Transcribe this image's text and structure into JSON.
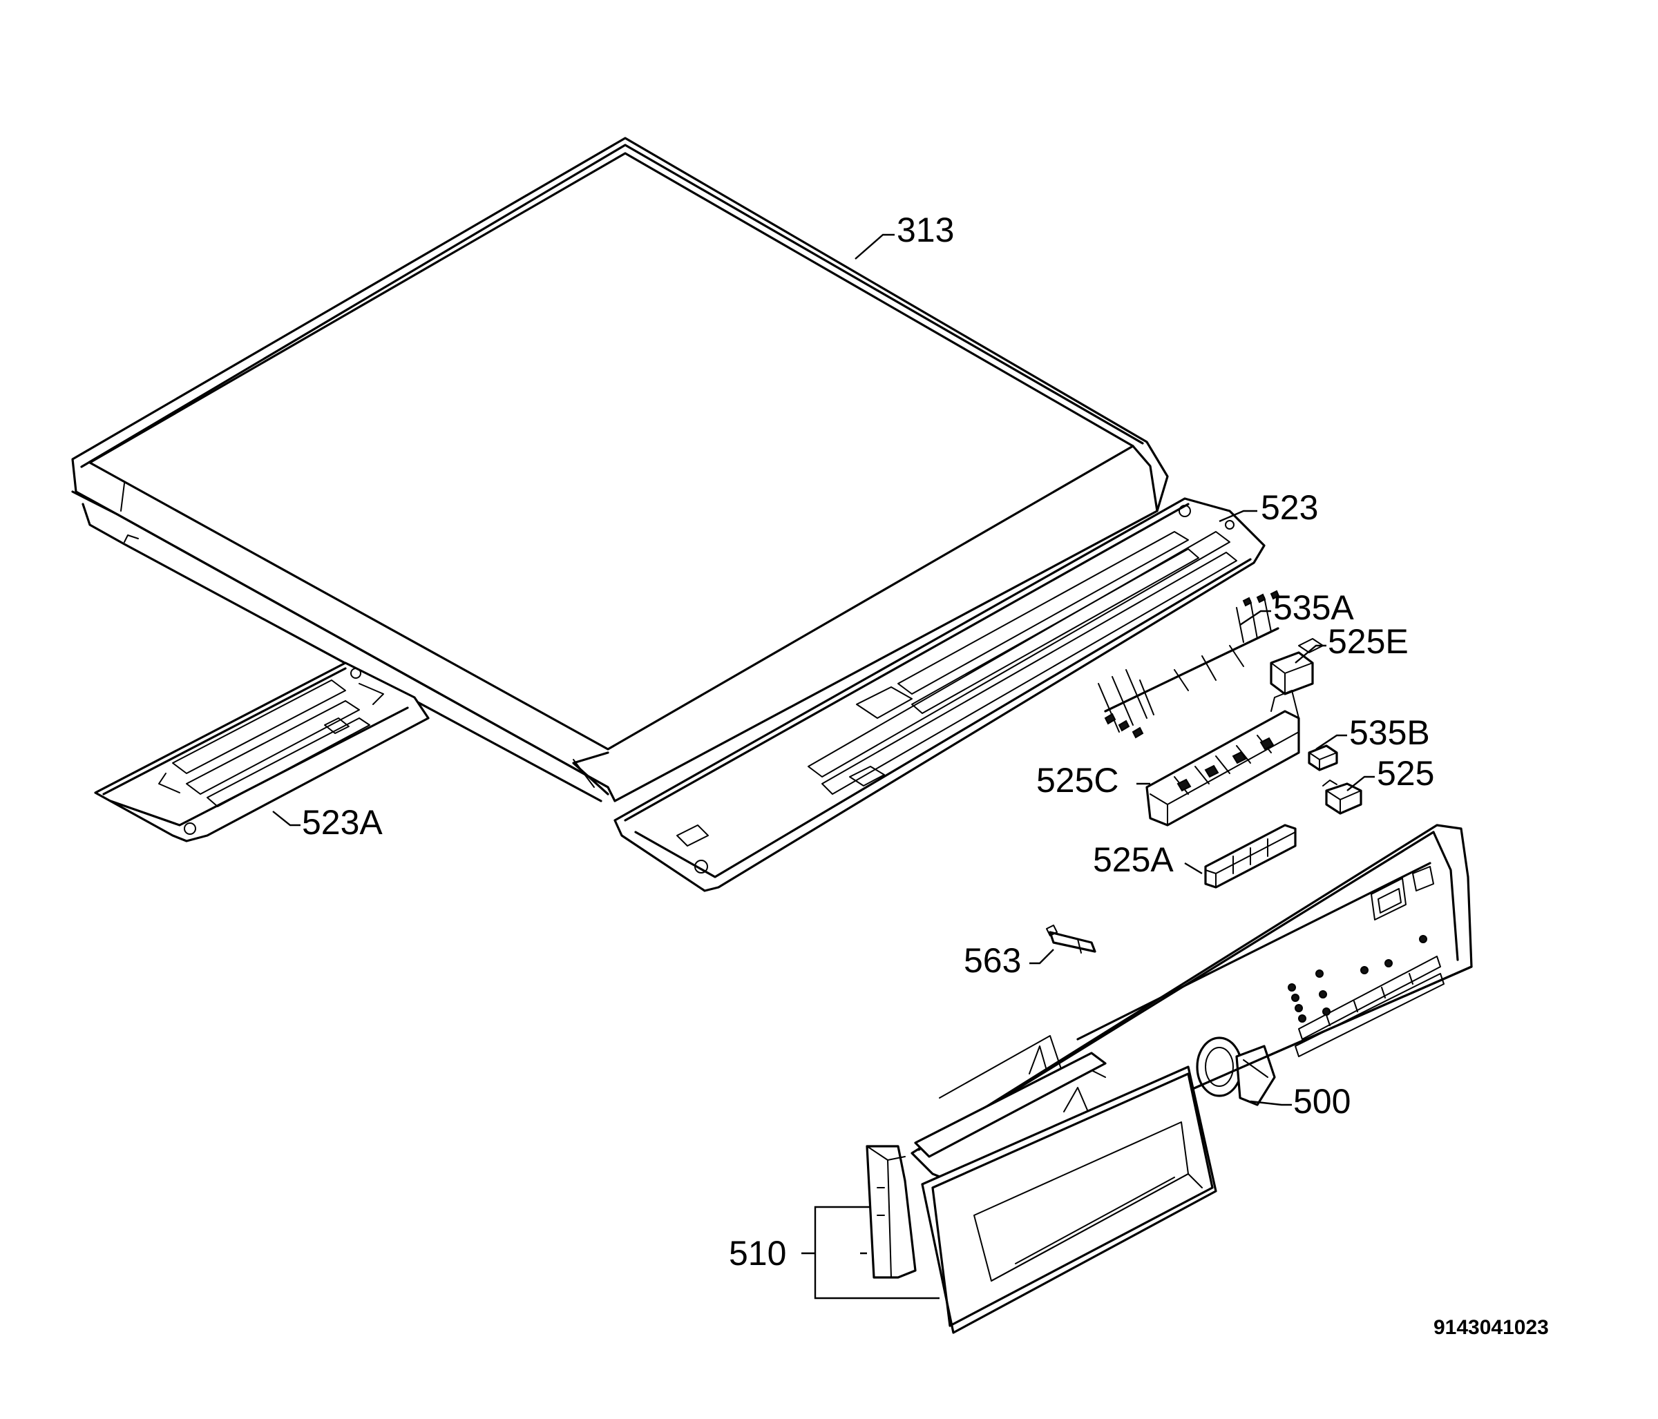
{
  "callouts": {
    "c313": "313",
    "c523": "523",
    "c523A": "523A",
    "c535A": "535A",
    "c525E": "525E",
    "c535B": "535B",
    "c525C": "525C",
    "c525": "525",
    "c525A": "525A",
    "c563": "563",
    "c500": "500",
    "c510": "510"
  },
  "document_number": "9143041023"
}
